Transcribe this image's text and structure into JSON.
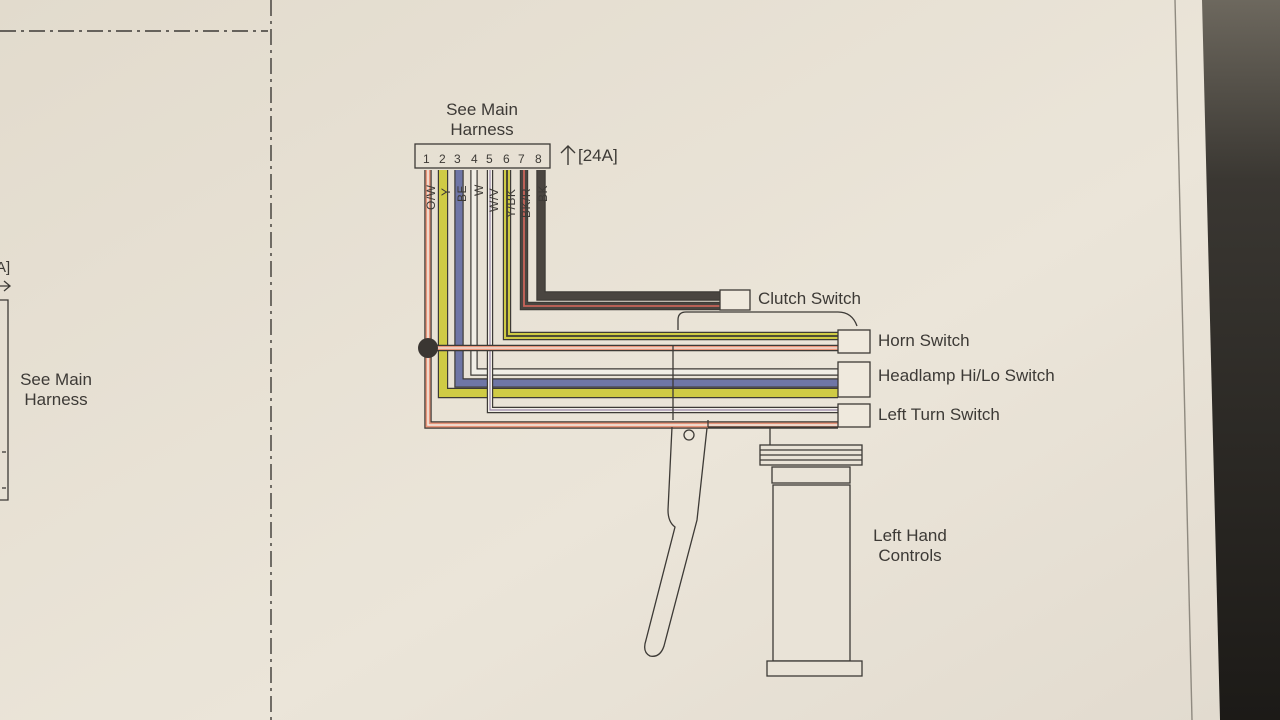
{
  "main_harness_label": [
    "See Main",
    "Harness"
  ],
  "left_harness_label": [
    "See Main",
    "Harness"
  ],
  "left_partial_ref": "A]",
  "connector": {
    "pins": [
      "1",
      "2",
      "3",
      "4",
      "5",
      "6",
      "7",
      "8"
    ],
    "reference": "[24A]"
  },
  "wires": [
    {
      "pin": "1",
      "code": "O/W",
      "color": "#e8957a",
      "stripe": "#f1eee6",
      "destination": "Left Turn Switch"
    },
    {
      "pin": "2",
      "code": "Y",
      "color": "#cfcb45",
      "stripe": "",
      "destination": "Headlamp Hi/Lo Switch"
    },
    {
      "pin": "3",
      "code": "BE",
      "color": "#6f76a6",
      "stripe": "",
      "destination": "Headlamp Hi/Lo Switch"
    },
    {
      "pin": "4",
      "code": "W",
      "color": "#f1eee6",
      "stripe": "",
      "destination": "Headlamp Hi/Lo Switch"
    },
    {
      "pin": "5",
      "code": "W/V",
      "color": "#f1eee6",
      "stripe": "#9a86a8",
      "destination": "Left Turn Switch"
    },
    {
      "pin": "6",
      "code": "Y/BK",
      "color": "#cfcb45",
      "stripe": "#3d3a33",
      "destination": "Horn Switch"
    },
    {
      "pin": "7",
      "code": "BK/R",
      "color": "#4a4540",
      "stripe": "#c8645a",
      "destination": "Clutch Switch"
    },
    {
      "pin": "8",
      "code": "BK",
      "color": "#4a4540",
      "stripe": "",
      "destination": "Clutch Switch"
    }
  ],
  "switches": {
    "clutch": "Clutch Switch",
    "horn": "Horn Switch",
    "headlamp": "Headlamp Hi/Lo Switch",
    "left_turn": "Left Turn Switch"
  },
  "controls_label": [
    "Left Hand",
    "Controls"
  ],
  "colors": {
    "paper": "#e7e0d3",
    "ink": "#3d3a36",
    "background_dark": "#1f1d1a"
  }
}
